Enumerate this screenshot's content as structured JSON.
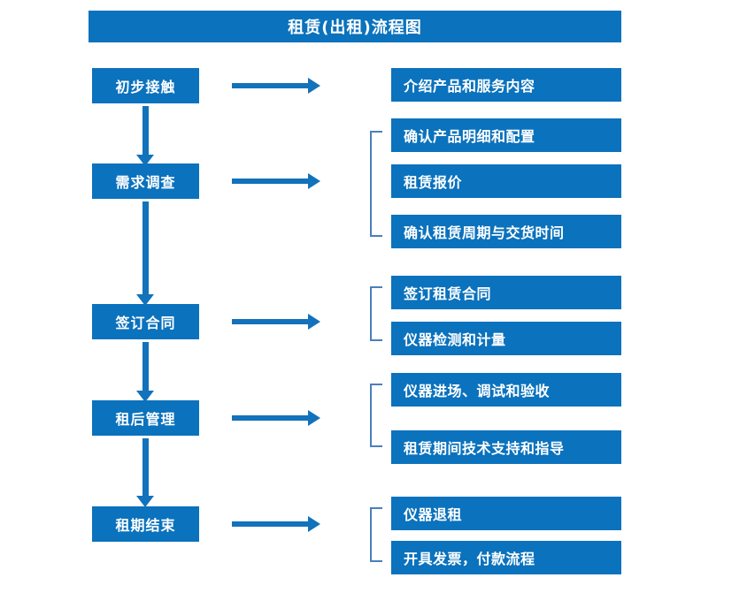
{
  "diagram": {
    "title": "租赁(出租)流程图",
    "colors": {
      "box_fill": "#0b72bd",
      "box_text": "#ffffff",
      "arrow": "#1272bb",
      "bracket": "#4a7fbd",
      "background": "#ffffff"
    },
    "stages": [
      {
        "label": "初步接触"
      },
      {
        "label": "需求调查"
      },
      {
        "label": "签订合同"
      },
      {
        "label": "租后管理"
      },
      {
        "label": "租期结束"
      }
    ],
    "details": [
      {
        "label": "介绍产品和服务内容",
        "stage": "初步接触"
      },
      {
        "label": "确认产品明细和配置",
        "stage": "需求调查"
      },
      {
        "label": "租赁报价",
        "stage": "需求调查"
      },
      {
        "label": "确认租赁周期与交货时间",
        "stage": "需求调查"
      },
      {
        "label": "签订租赁合同",
        "stage": "签订合同"
      },
      {
        "label": "仪器检测和计量",
        "stage": "签订合同"
      },
      {
        "label": "仪器进场、调试和验收",
        "stage": "租后管理"
      },
      {
        "label": "租赁期间技术支持和指导",
        "stage": "租后管理"
      },
      {
        "label": "仪器退租",
        "stage": "租期结束"
      },
      {
        "label": "开具发票，付款流程",
        "stage": "租期结束"
      }
    ]
  }
}
